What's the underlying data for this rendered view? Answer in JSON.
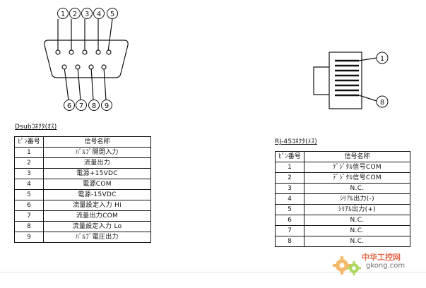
{
  "dsub": {
    "caption": "Dsubｺﾈｸﾀ(ｵｽ)",
    "top_pins": [
      "1",
      "2",
      "3",
      "4",
      "5"
    ],
    "bottom_pins": [
      "6",
      "7",
      "8",
      "9"
    ],
    "headers": [
      "ﾋﾟﾝ番号",
      "信号名称"
    ],
    "rows": [
      {
        "pin": "1",
        "signal": "ﾊﾞﾙﾌﾞ開閉入力"
      },
      {
        "pin": "2",
        "signal": "流量出力"
      },
      {
        "pin": "3",
        "signal": "電源+15VDC"
      },
      {
        "pin": "4",
        "signal": "電源COM"
      },
      {
        "pin": "5",
        "signal": "電源-15VDC"
      },
      {
        "pin": "6",
        "signal": "流量設定入力 Hi"
      },
      {
        "pin": "7",
        "signal": "流量出力COM"
      },
      {
        "pin": "8",
        "signal": "流量設定入力 Lo"
      },
      {
        "pin": "9",
        "signal": "ﾊﾞﾙﾌﾞ電圧出力"
      }
    ]
  },
  "rj45": {
    "caption": "RJ-45ｺﾈｸﾀ(ﾒｽ)",
    "pin_labels": [
      "1",
      "8"
    ],
    "headers": [
      "ﾋﾟﾝ番号",
      "信号名称"
    ],
    "rows": [
      {
        "pin": "1",
        "signal": "ﾃﾞｼﾞﾀﾙ信号COM"
      },
      {
        "pin": "2",
        "signal": "ﾃﾞｼﾞﾀﾙ信号COM"
      },
      {
        "pin": "3",
        "signal": "N.C."
      },
      {
        "pin": "4",
        "signal": "ｼﾘｱﾙ出力(-)"
      },
      {
        "pin": "5",
        "signal": "ｼﾘｱﾙ出力(+)"
      },
      {
        "pin": "6",
        "signal": "N.C."
      },
      {
        "pin": "7",
        "signal": "N.C."
      },
      {
        "pin": "8",
        "signal": "N.C."
      }
    ]
  },
  "watermark": {
    "line1": "中华工控网",
    "line2": "gkong.com"
  }
}
